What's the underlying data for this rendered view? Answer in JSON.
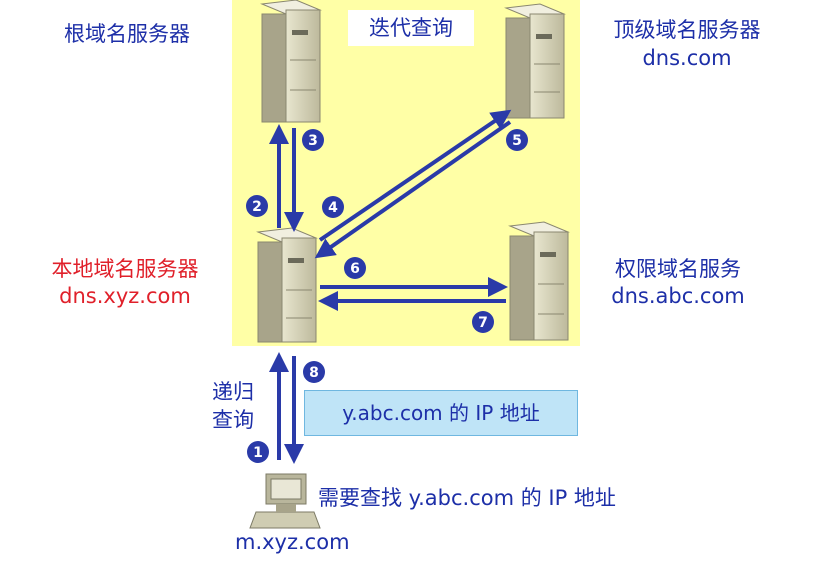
{
  "title": "迭代查询",
  "nodes": {
    "root": {
      "name": "根域名服务器"
    },
    "tld": {
      "name": "顶级域名服务器",
      "domain": "dns.com"
    },
    "local": {
      "name": "本地域名服务器",
      "domain": "dns.xyz.com"
    },
    "auth": {
      "name": "权限域名服务",
      "domain": "dns.abc.com"
    },
    "client": {
      "domain": "m.xyz.com"
    }
  },
  "recursive_label": [
    "递归",
    "查询"
  ],
  "result_box": "y.abc.com 的 IP 地址",
  "client_query": "需要查找 y.abc.com 的 IP 地址",
  "steps": [
    "1",
    "2",
    "3",
    "4",
    "5",
    "6",
    "7",
    "8"
  ],
  "colors": {
    "background": "#ffffa6",
    "arrow": "#2a3aa8",
    "badge": "#2a3aa8",
    "text": "#1d2fa8",
    "local_text": "#e0202a",
    "result_box": "#bfe4f7"
  }
}
